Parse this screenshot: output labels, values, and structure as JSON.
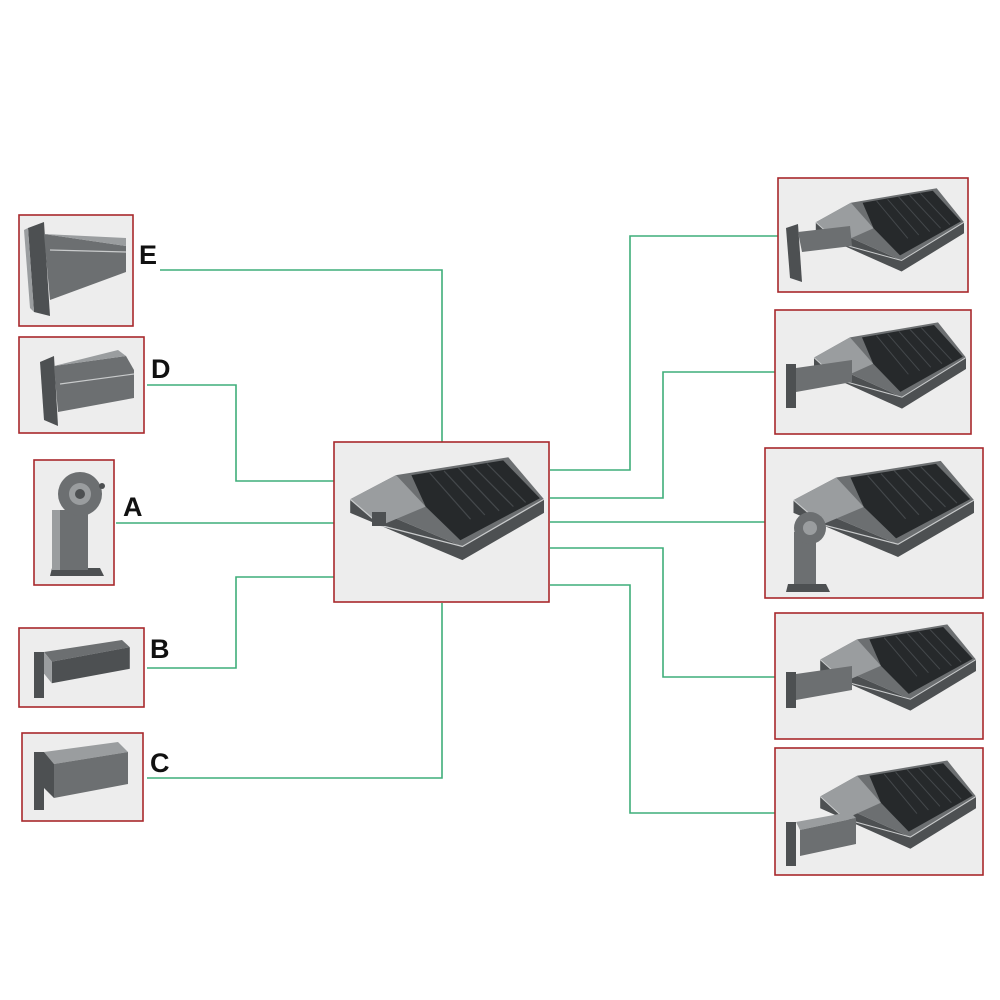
{
  "labels": {
    "e": "E",
    "d": "D",
    "a": "A",
    "b": "B",
    "c": "C"
  },
  "colors": {
    "connector": "#3fae7a",
    "frame": "#a8282c",
    "panel": "#ededed"
  },
  "images": {
    "center": "led-shoebox-fixture",
    "left": [
      "bracket-e",
      "bracket-d",
      "bracket-a",
      "bracket-b",
      "bracket-c"
    ],
    "right": [
      "fixture-with-bracket-e",
      "fixture-with-bracket-d",
      "fixture-with-bracket-a",
      "fixture-with-bracket-b",
      "fixture-with-bracket-c"
    ]
  }
}
